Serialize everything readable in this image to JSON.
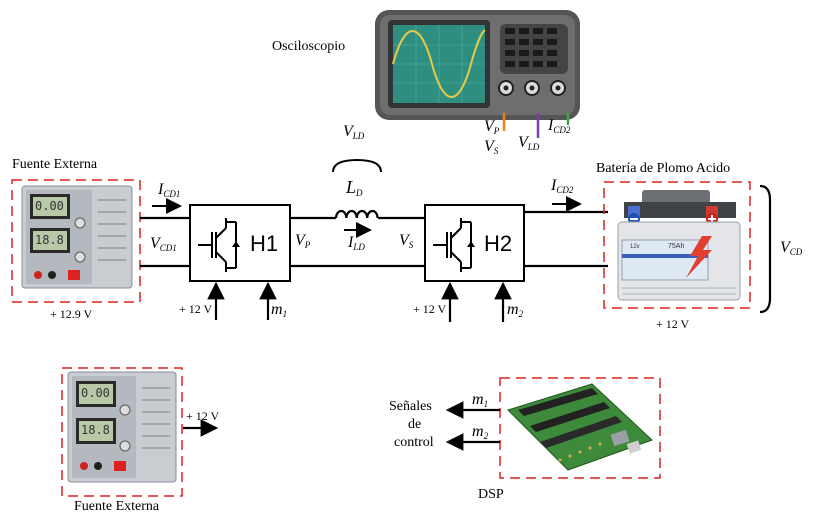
{
  "labels": {
    "oscilloscope": "Osciloscopio",
    "source_top": "Fuente Externa",
    "source_bottom": "Fuente Externa",
    "source_top_voltage": "+ 12.9 V",
    "battery": "Batería de Plomo Acido",
    "battery_voltage": "+ 12 V",
    "h1": "H1",
    "h2": "H2",
    "h1_supply": "+ 12 V",
    "h2_supply": "+ 12 V",
    "source_bottom_output": "+ 12 V",
    "dsp": "DSP",
    "control_signals_1": "Señales",
    "control_signals_2": "de",
    "control_signals_3": "control"
  },
  "symbols": {
    "icd1": {
      "main": "I",
      "sub": "CD1"
    },
    "vcd1": {
      "main": "V",
      "sub": "CD1"
    },
    "vp": {
      "main": "V",
      "sub": "P"
    },
    "vs": {
      "main": "V",
      "sub": "S"
    },
    "ld": {
      "main": "L",
      "sub": "D"
    },
    "ild": {
      "main": "I",
      "sub": "LD"
    },
    "vld": {
      "main": "V",
      "sub": "LD"
    },
    "icd2": {
      "main": "I",
      "sub": "CD2"
    },
    "vcd": {
      "main": "V",
      "sub": "CD"
    },
    "m1": {
      "main": "m",
      "sub": "1"
    },
    "m2": {
      "main": "m",
      "sub": "2"
    },
    "dsp_m1": {
      "main": "m",
      "sub": "1"
    },
    "dsp_m2": {
      "main": "m",
      "sub": "2"
    },
    "scope_vp": {
      "main": "V",
      "sub": "P"
    },
    "scope_vs": {
      "main": "V",
      "sub": "S"
    },
    "scope_vld": {
      "main": "V",
      "sub": "LD"
    },
    "scope_icd2": {
      "main": "I",
      "sub": "CD2"
    }
  },
  "displays": {
    "src1_top": "0.00",
    "src1_bottom": "18.8",
    "src2_top": "0.00",
    "src2_bottom": "18.8",
    "battery_capacity": "75Ah",
    "battery_cell": "12v"
  },
  "colors": {
    "dashed_box": "#e02020",
    "probe_vp": "#e8821e",
    "probe_vld": "#7a3fb0",
    "probe_icd2": "#3aa845",
    "scope_screen": "#2e8f80",
    "scope_wave": "#e6c84a"
  }
}
